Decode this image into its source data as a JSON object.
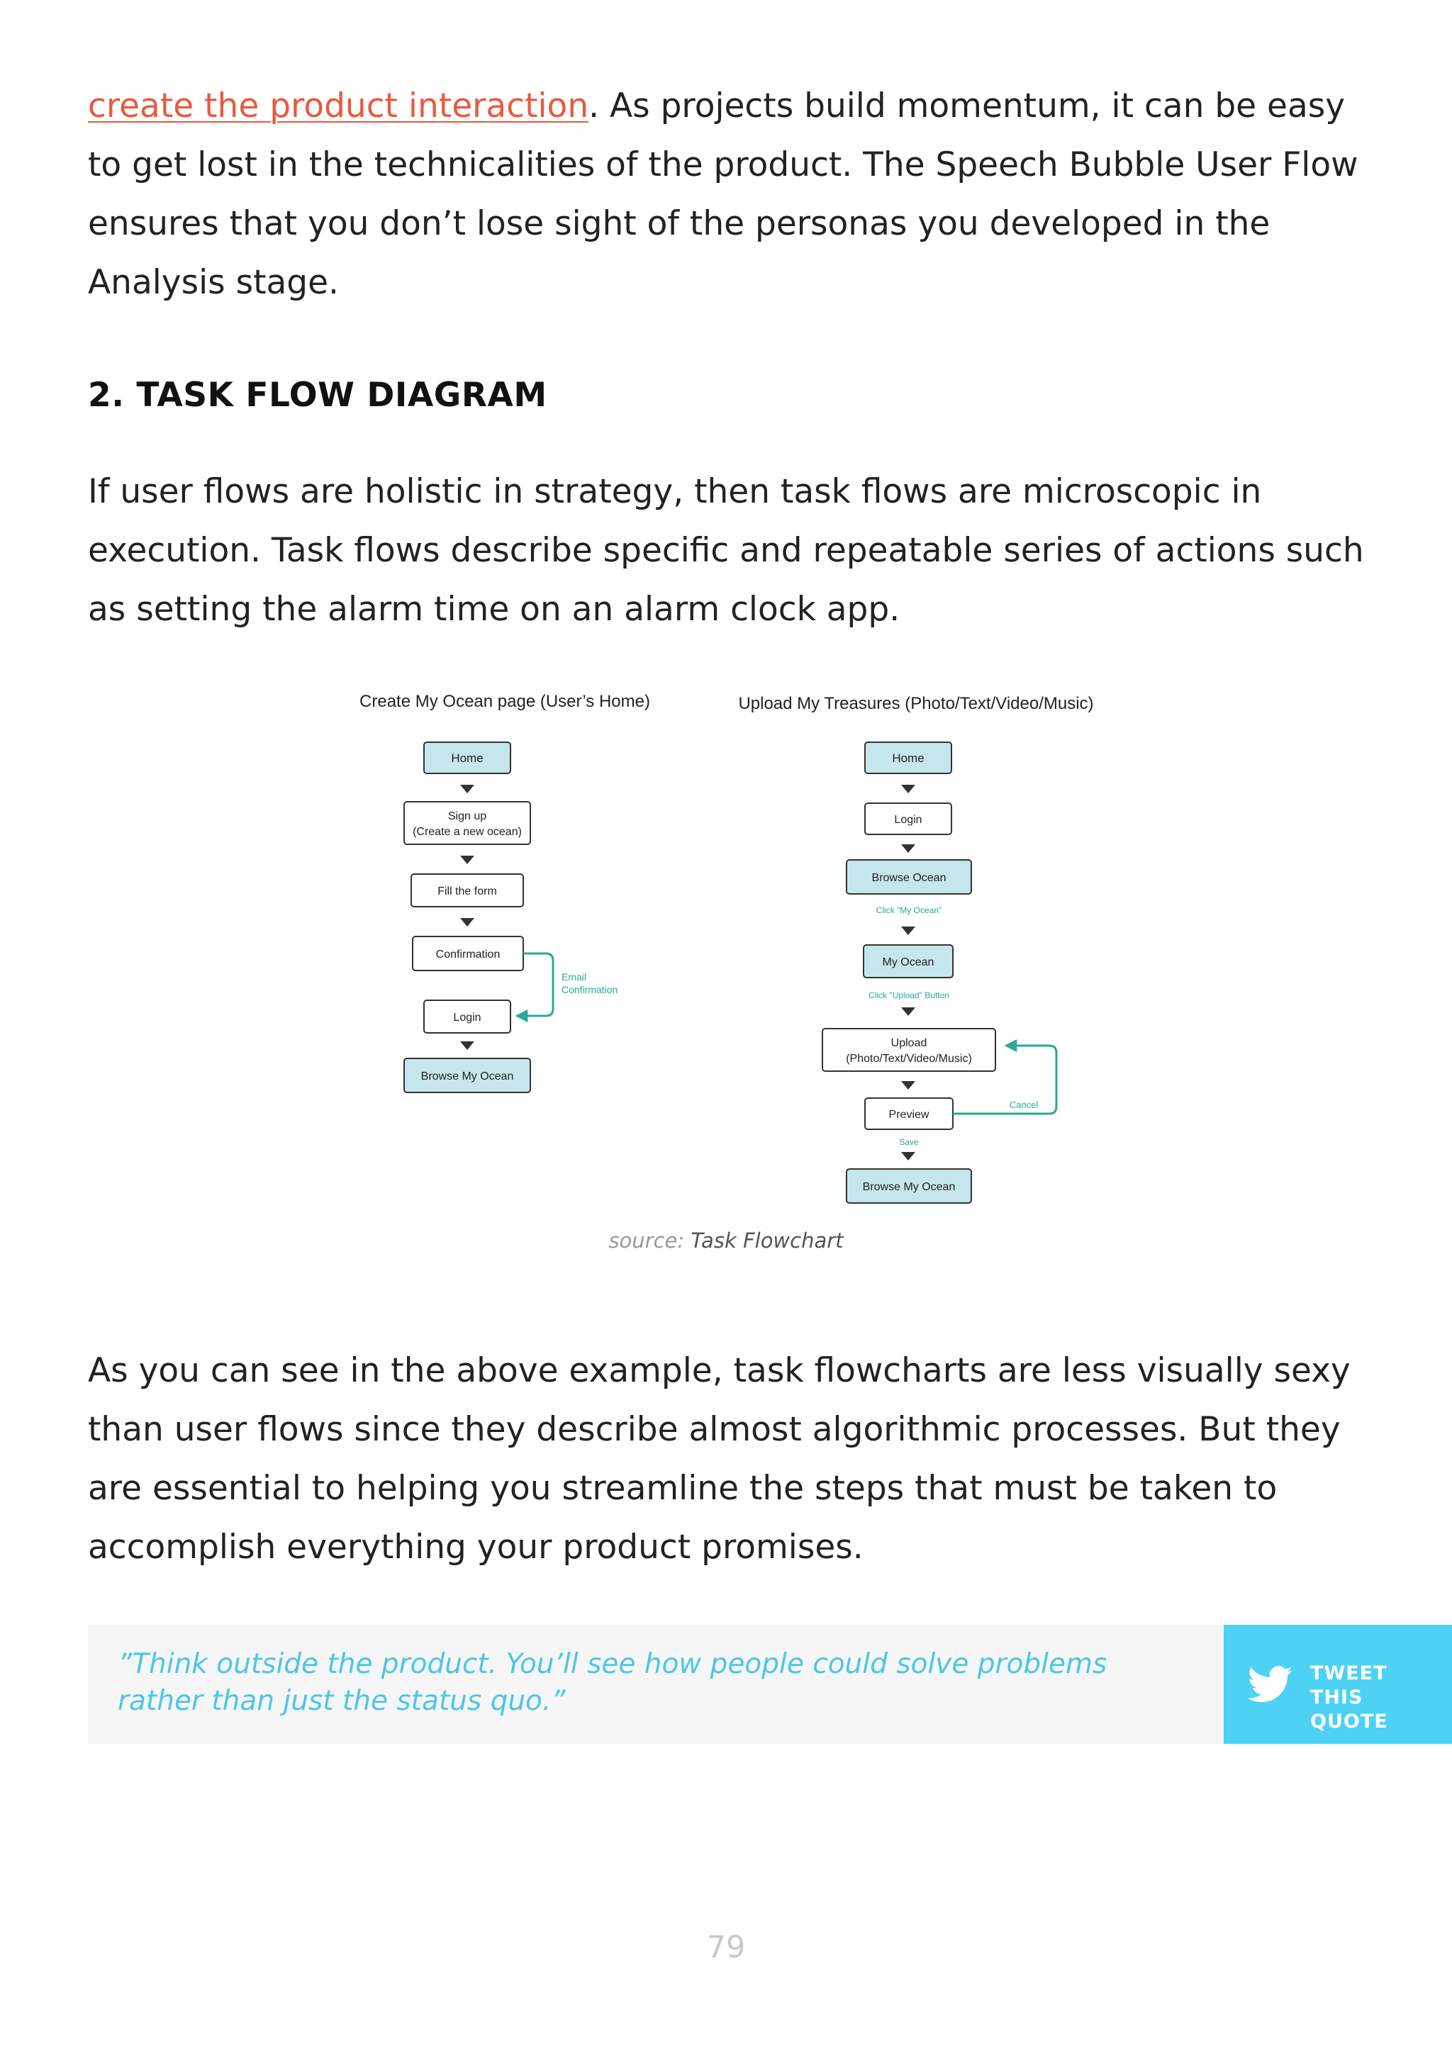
{
  "intro": {
    "link_text": "create the product interaction",
    "text": ". As projects build momentum, it can be easy to get lost in the technicalities of the product. The Speech Bubble User Flow ensures that you don’t lose sight of the personas you developed in the Analysis stage."
  },
  "section": {
    "heading": "2. TASK FLOW DIAGRAM",
    "paragraph": "If user flows are holistic in strategy, then task flows are microscopic in execution. Task flows describe specific and repeatable series of actions such as setting the alarm time on an alarm clock app."
  },
  "figure": {
    "left_title": "Create My Ocean page (User’s Home)",
    "right_title": "Upload My Treasures (Photo/Text/Video/Music)",
    "left_nodes": {
      "home": "Home",
      "signup_line1": "Sign up",
      "signup_line2": "(Create a new ocean)",
      "fill_form": "Fill the form",
      "confirmation": "Confirmation",
      "login": "Login",
      "browse": "Browse My Ocean"
    },
    "left_labels": {
      "email_line1": "Email",
      "email_line2": "Confirmation"
    },
    "right_nodes": {
      "home": "Home",
      "login": "Login",
      "browse_ocean": "Browse Ocean",
      "my_ocean": "My Ocean",
      "upload_line1": "Upload",
      "upload_line2": "(Photo/Text/Video/Music)",
      "preview": "Preview",
      "browse_my_ocean": "Browse My Ocean"
    },
    "right_labels": {
      "click_my_ocean": "Click \"My Ocean\"",
      "click_upload": "Click \"Upload\" Button",
      "cancel": "Cancel",
      "save": "Save"
    },
    "colors": {
      "fill": "#c4e6ec",
      "accent": "#2aa899",
      "stroke": "#333333"
    },
    "caption_source": "source:",
    "caption_title": "Task Flowchart"
  },
  "closing": {
    "paragraph": "As you can see in the above example, task flowcharts are less visually sexy than user flows since they describe almost algorithmic processes. But they are essential to helping you streamline the steps that must be taken to accomplish everything your product promises."
  },
  "quote": {
    "text": "”Think outside the product. You’ll see how people could solve problems rather than just the status quo.”",
    "button_line1": "TWEET",
    "button_line2": "THIS QUOTE",
    "icon": "twitter-bird-icon",
    "accent_color": "#4dd2f5"
  },
  "page_number": "79"
}
